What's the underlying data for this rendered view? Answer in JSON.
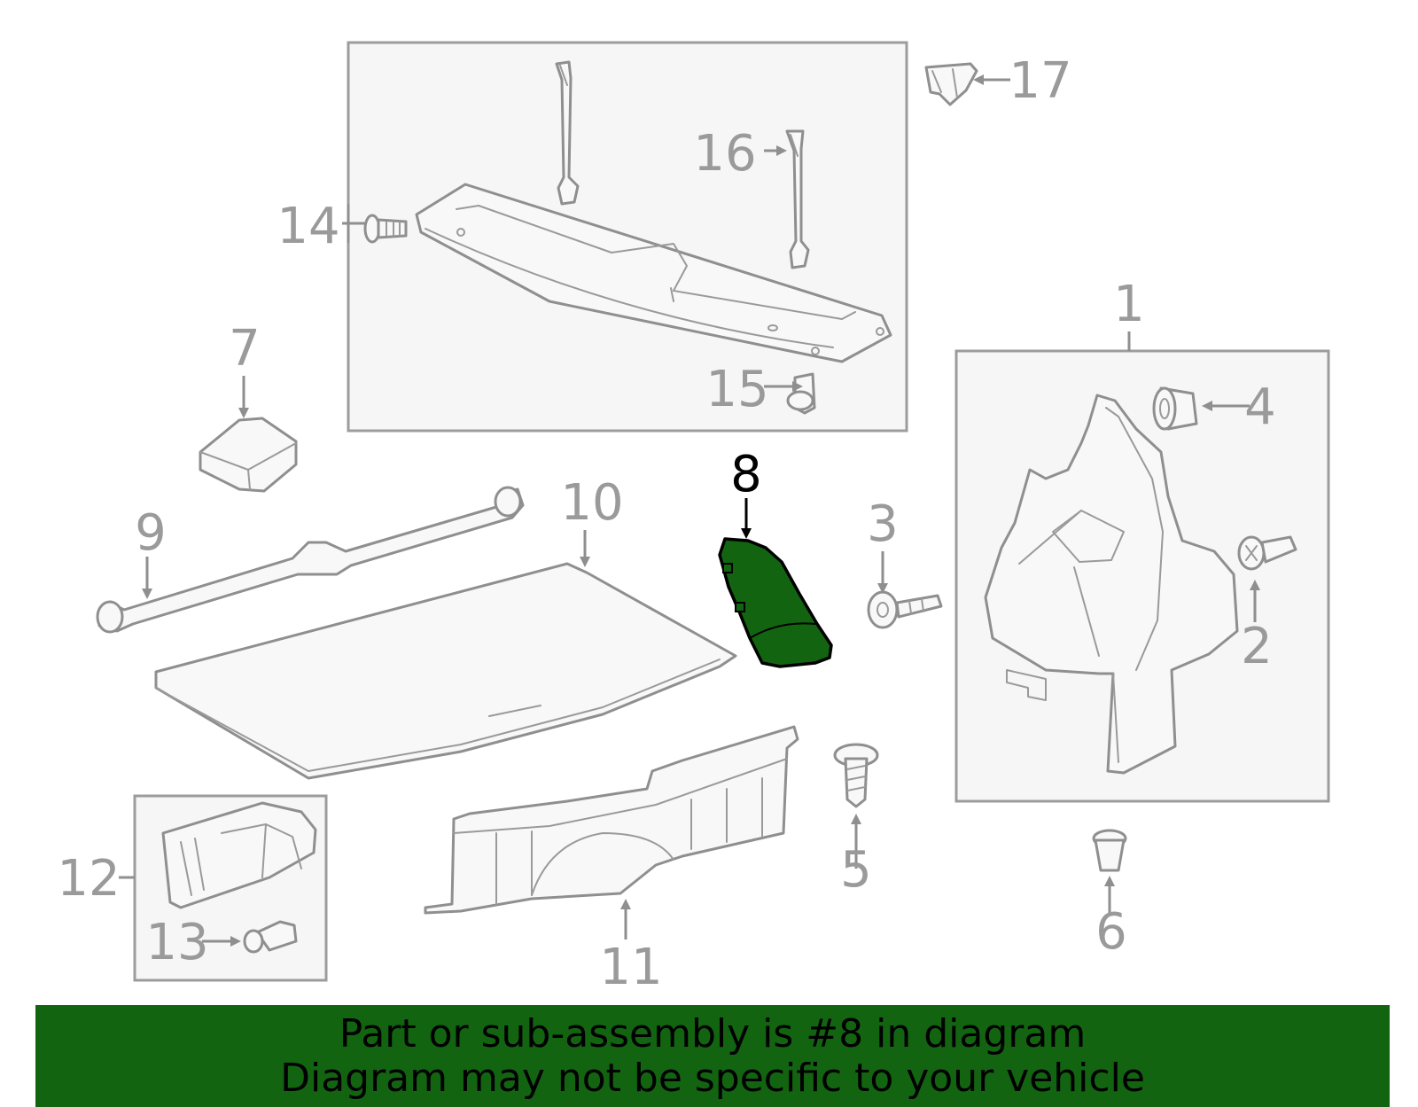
{
  "diagram": {
    "callouts": {
      "c1": "1",
      "c2": "2",
      "c3": "3",
      "c4": "4",
      "c5": "5",
      "c6": "6",
      "c7": "7",
      "c8": "8",
      "c9": "9",
      "c10": "10",
      "c11": "11",
      "c12": "12",
      "c13": "13",
      "c14": "14",
      "c15": "15",
      "c16": "16",
      "c17": "17"
    },
    "highlighted_part": "8",
    "colors": {
      "highlight": "#136411",
      "line_art": "#8f8f8f",
      "label": "#9a9a9a"
    }
  },
  "banner": {
    "line1": "Part or sub-assembly is #8 in diagram",
    "line2": "Diagram may not be specific to your vehicle"
  }
}
